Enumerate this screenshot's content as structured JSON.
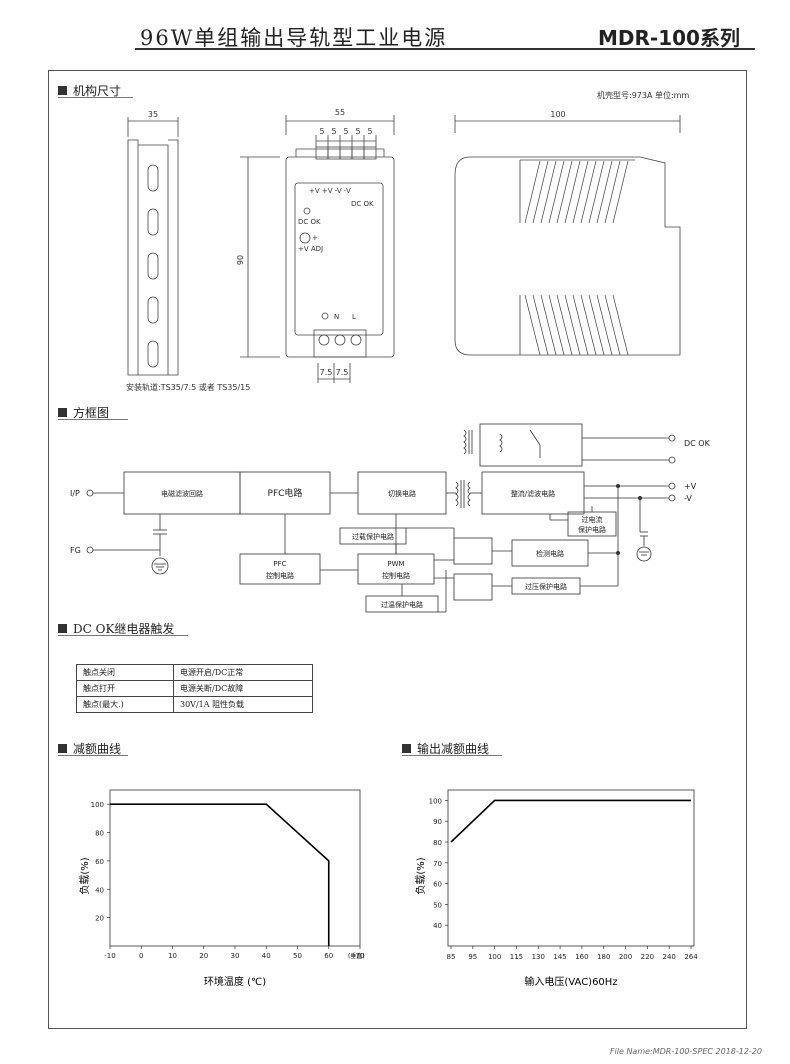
{
  "header": {
    "title": "96W单组输出导轨型工业电源",
    "series": "MDR-100系列"
  },
  "mechanical": {
    "heading": "机构尺寸",
    "case_note": "机壳型号:973A 单位:mm",
    "rail_note": "安装轨道:TS35/7.5 或者 TS35/15",
    "dims": {
      "rail_width": "35",
      "front_width": "55",
      "side_width": "100",
      "height": "90",
      "pitch": "5",
      "pitch_bottom": "7.5"
    },
    "terminals_top": "+V +V -V -V",
    "dc_ok_top": "DC OK",
    "led_label": "DC OK",
    "vadj_label": "+V ADJ",
    "plus": "+",
    "ground_sym": "⊕",
    "n_label": "N",
    "l_label": "L"
  },
  "block": {
    "heading": "方框图",
    "emi": "电磁滤波回路",
    "pfc": "PFC电路",
    "switch": "切换电路",
    "rect": "整流/滤波电路",
    "pfc_ctrl_1": "PFC",
    "pfc_ctrl_2": "控制电路",
    "pwm_1": "PWM",
    "pwm_2": "控制电路",
    "olp": "过载保护电路",
    "otp": "过温保护电路",
    "ocp_1": "过电流",
    "ocp_2": "保护电路",
    "detect": "检测电路",
    "ovp": "过压保护电路",
    "ip": "I/P",
    "fg": "FG",
    "dc_ok": "DC OK",
    "vplus": "+V",
    "vminus": "-V"
  },
  "relay": {
    "heading": "DC OK继电器触发",
    "rows": [
      {
        "contact": "触点关闭",
        "state": "电源开启/DC正常"
      },
      {
        "contact": "触点打开",
        "state": "电源关断/DC故障"
      },
      {
        "contact": "触点(最大.)",
        "state": "30V/1A 阻性负载"
      }
    ]
  },
  "derating": {
    "heading": "减额曲线",
    "ylabel": "负载(%)",
    "xlabel": "环境温度 (℃)",
    "xunit": "(垂直)"
  },
  "output_derating": {
    "heading": "输出减额曲线",
    "ylabel": "负载(%)",
    "xlabel": "输入电压(VAC)60Hz"
  },
  "chart_data": [
    {
      "type": "line",
      "title": "减额曲线",
      "xlabel": "环境温度 (℃)",
      "ylabel": "负载(%)",
      "x_ticks": [
        -10,
        0,
        10,
        20,
        30,
        40,
        50,
        60,
        70
      ],
      "y_ticks": [
        20,
        40,
        60,
        80,
        100
      ],
      "xlim": [
        -10,
        70
      ],
      "ylim": [
        0,
        110
      ],
      "grid": false,
      "series": [
        {
          "x": [
            -10,
            40,
            60,
            60
          ],
          "y": [
            100,
            100,
            60,
            0
          ]
        }
      ]
    },
    {
      "type": "line",
      "title": "输出减额曲线",
      "xlabel": "输入电压(VAC)60Hz",
      "ylabel": "负载(%)",
      "x_ticks": [
        85,
        95,
        100,
        115,
        130,
        145,
        160,
        180,
        200,
        220,
        240,
        264
      ],
      "y_ticks": [
        40,
        50,
        60,
        70,
        80,
        90,
        100
      ],
      "ylim": [
        30,
        105
      ],
      "grid": false,
      "series": [
        {
          "x": [
            85,
            100,
            264
          ],
          "y": [
            80,
            100,
            100
          ]
        }
      ]
    }
  ],
  "footer": {
    "file": "File Name:MDR-100-SPEC   2018-12-20"
  }
}
